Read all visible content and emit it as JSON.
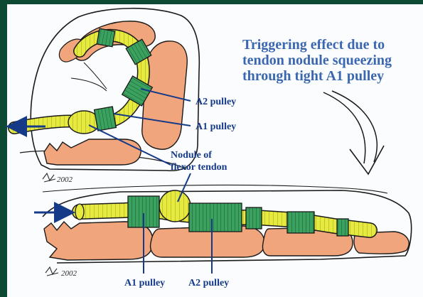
{
  "title": {
    "lines": [
      "Triggering effect due to",
      "tendon nodule squeezing",
      "through  tight A1 pulley"
    ]
  },
  "labels": {
    "a2_pulley_top": "A2 pulley",
    "a1_pulley_top": "A1 pulley",
    "nodule_line1": "Nodule of",
    "nodule_line2": "flexor tendon",
    "a1_pulley_bottom": "A1 pulley",
    "a2_pulley_bottom": "A2 pulley"
  },
  "signatures": {
    "top": "2002",
    "bottom": "2002"
  },
  "colors": {
    "bone": "#f0a57d",
    "tendon": "#e6ea3e",
    "pulley": "#3aa15e",
    "ink": "#1a1a1a",
    "label": "#143a88",
    "title": "#3a67b0"
  }
}
